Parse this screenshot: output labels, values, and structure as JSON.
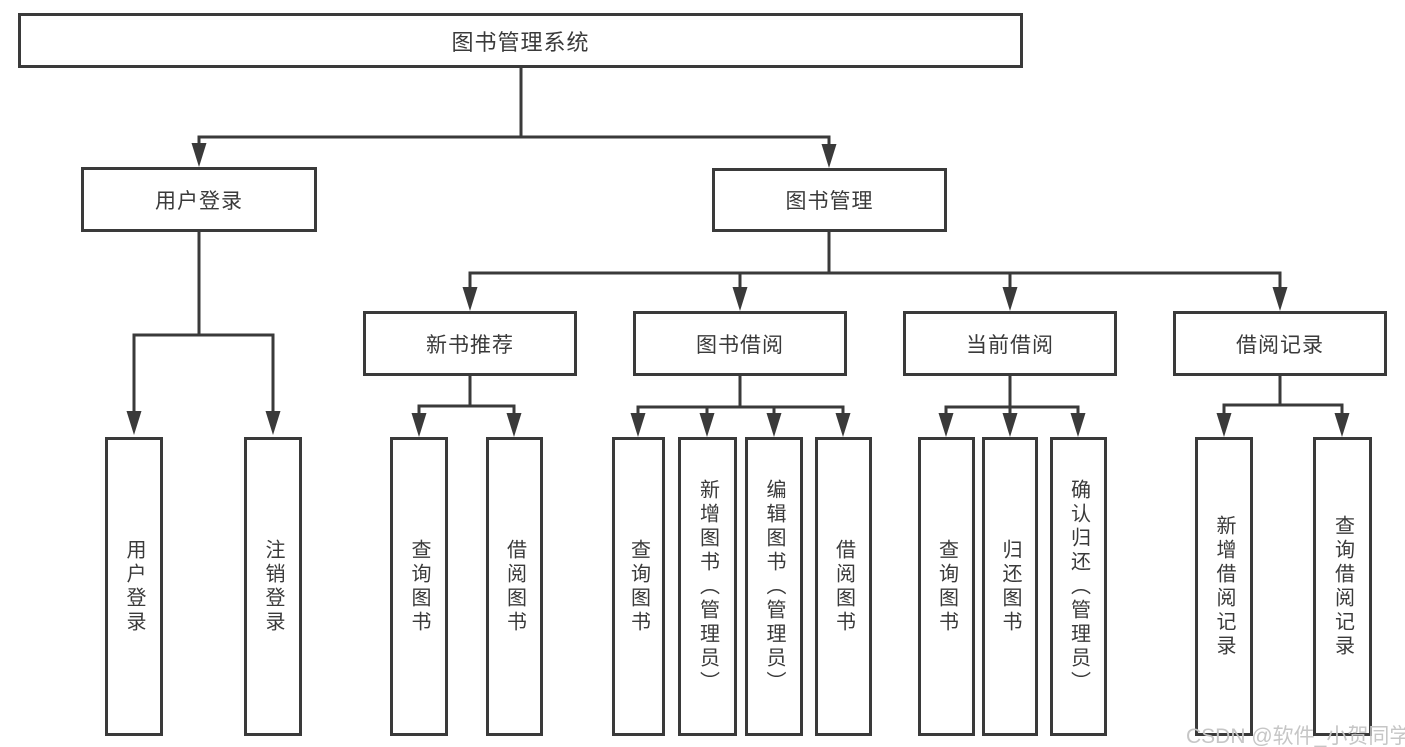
{
  "nodes": {
    "root": {
      "label": "图书管理系统"
    },
    "user_login": {
      "label": "用户登录"
    },
    "book_mgmt": {
      "label": "图书管理"
    },
    "new_book_rec": {
      "label": "新书推荐"
    },
    "book_borrow": {
      "label": "图书借阅"
    },
    "current_borrow": {
      "label": "当前借阅"
    },
    "borrow_record": {
      "label": "借阅记录"
    },
    "leaf_user_login": {
      "label": "用户登录"
    },
    "leaf_logout": {
      "label": "注销登录"
    },
    "leaf_query_book_1": {
      "label": "查询图书"
    },
    "leaf_borrow_book_1": {
      "label": "借阅图书"
    },
    "leaf_query_book_2": {
      "label": "查询图书"
    },
    "leaf_add_book": {
      "label": "新增图书（管理员）"
    },
    "leaf_edit_book": {
      "label": "编辑图书（管理员）"
    },
    "leaf_borrow_book_2": {
      "label": "借阅图书"
    },
    "leaf_query_book_3": {
      "label": "查询图书"
    },
    "leaf_return_book": {
      "label": "归还图书"
    },
    "leaf_confirm_return": {
      "label": "确认归还（管理员）"
    },
    "leaf_add_record": {
      "label": "新增借阅记录"
    },
    "leaf_query_record": {
      "label": "查询借阅记录"
    }
  },
  "tree": {
    "root": "图书管理系统",
    "children": [
      {
        "label": "用户登录",
        "children": [
          "用户登录",
          "注销登录"
        ]
      },
      {
        "label": "图书管理",
        "children": [
          {
            "label": "新书推荐",
            "children": [
              "查询图书",
              "借阅图书"
            ]
          },
          {
            "label": "图书借阅",
            "children": [
              "查询图书",
              "新增图书（管理员）",
              "编辑图书（管理员）",
              "借阅图书"
            ]
          },
          {
            "label": "当前借阅",
            "children": [
              "查询图书",
              "归还图书",
              "确认归还（管理员）"
            ]
          },
          {
            "label": "借阅记录",
            "children": [
              "新增借阅记录",
              "查询借阅记录"
            ]
          }
        ]
      }
    ]
  },
  "watermark": {
    "text": "CSDN @软件_小贺同学"
  },
  "colors": {
    "line": "#3a3a3a",
    "text": "#3a3a3a",
    "background": "#ffffff",
    "watermark": "#c6c6c6"
  }
}
